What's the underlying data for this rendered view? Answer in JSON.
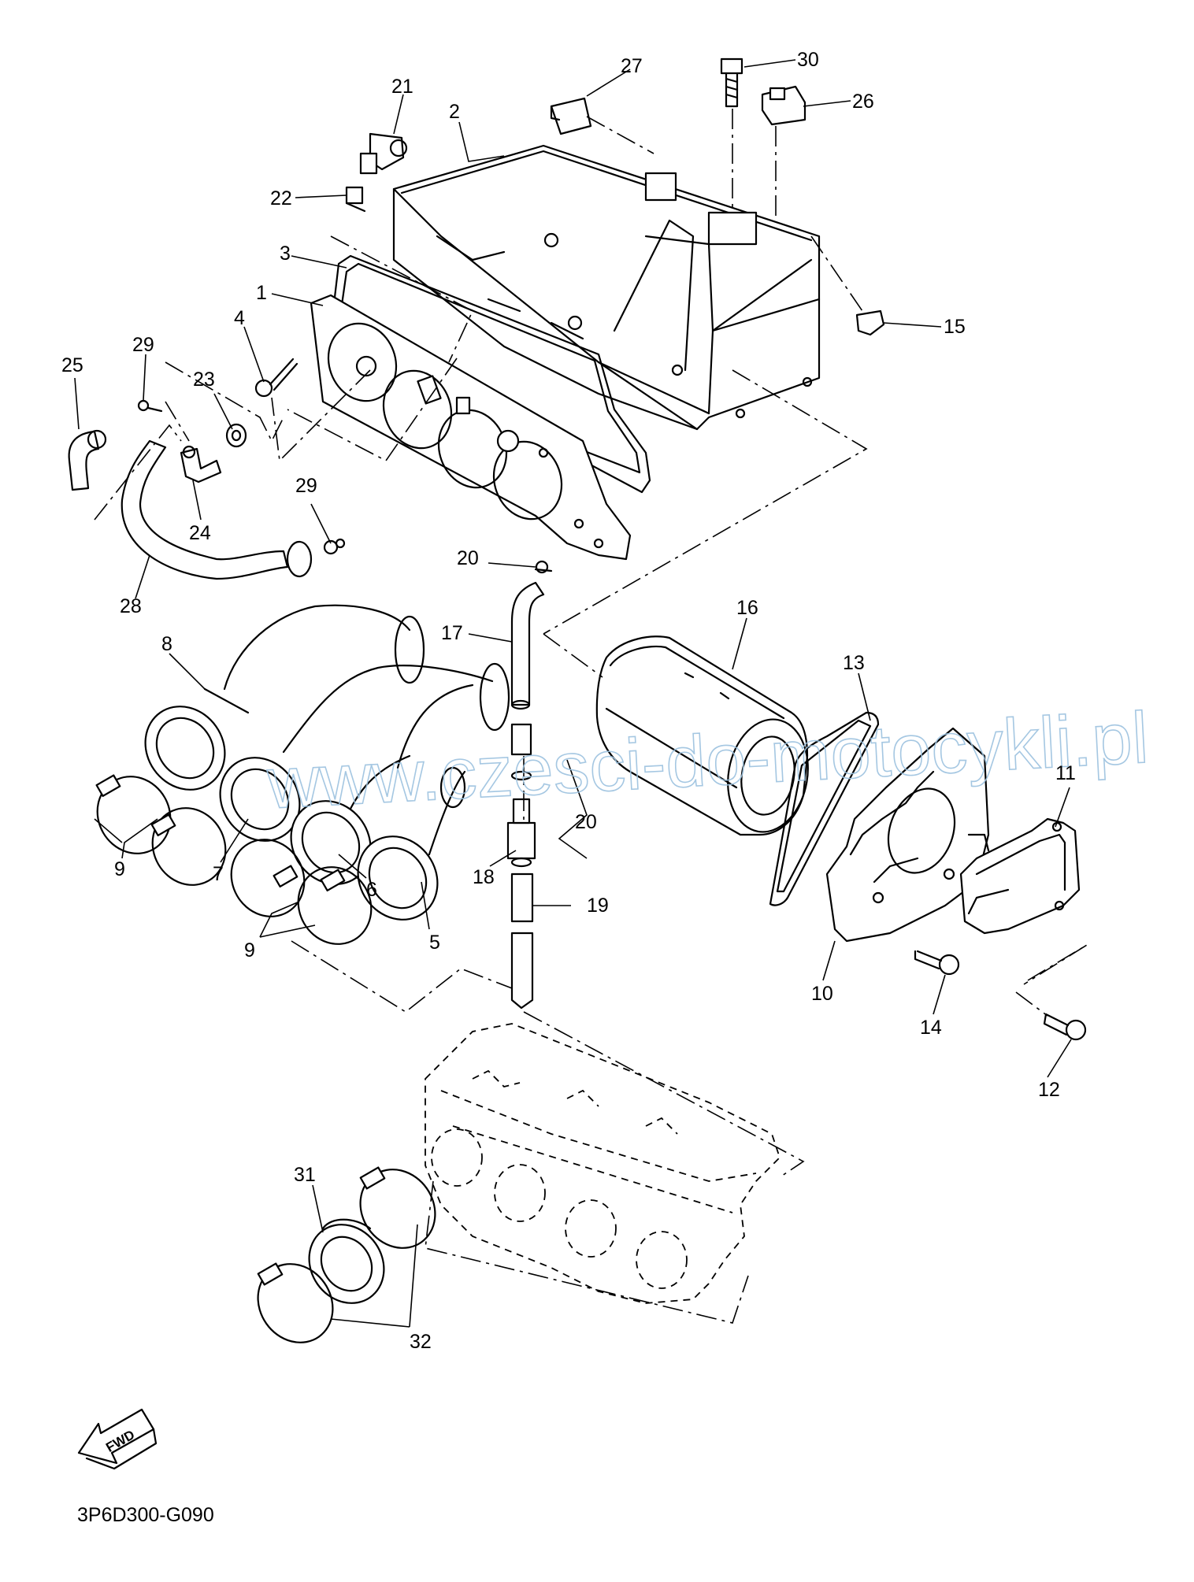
{
  "diagram_code": "3P6D300-G090",
  "watermark": "www.czesci-do-motocykli.pl",
  "fwd_label": "FWD",
  "callouts": [
    {
      "id": "c21",
      "label": "21"
    },
    {
      "id": "c2",
      "label": "2"
    },
    {
      "id": "c27",
      "label": "27"
    },
    {
      "id": "c30",
      "label": "30"
    },
    {
      "id": "c26",
      "label": "26"
    },
    {
      "id": "c22",
      "label": "22"
    },
    {
      "id": "c3",
      "label": "3"
    },
    {
      "id": "c1",
      "label": "1"
    },
    {
      "id": "c15",
      "label": "15"
    },
    {
      "id": "c4",
      "label": "4"
    },
    {
      "id": "c29a",
      "label": "29"
    },
    {
      "id": "c25",
      "label": "25"
    },
    {
      "id": "c23",
      "label": "23"
    },
    {
      "id": "c24",
      "label": "24"
    },
    {
      "id": "c29b",
      "label": "29"
    },
    {
      "id": "c20a",
      "label": "20"
    },
    {
      "id": "c28",
      "label": "28"
    },
    {
      "id": "c16",
      "label": "16"
    },
    {
      "id": "c17",
      "label": "17"
    },
    {
      "id": "c8",
      "label": "8"
    },
    {
      "id": "c13",
      "label": "13"
    },
    {
      "id": "c11",
      "label": "11"
    },
    {
      "id": "c20b",
      "label": "20"
    },
    {
      "id": "c9a",
      "label": "9"
    },
    {
      "id": "c7",
      "label": "7"
    },
    {
      "id": "c18",
      "label": "18"
    },
    {
      "id": "c6",
      "label": "6"
    },
    {
      "id": "c5",
      "label": "5"
    },
    {
      "id": "c19",
      "label": "19"
    },
    {
      "id": "c9b",
      "label": "9"
    },
    {
      "id": "c10",
      "label": "10"
    },
    {
      "id": "c14",
      "label": "14"
    },
    {
      "id": "c12",
      "label": "12"
    },
    {
      "id": "c31",
      "label": "31"
    },
    {
      "id": "c32",
      "label": "32"
    }
  ]
}
